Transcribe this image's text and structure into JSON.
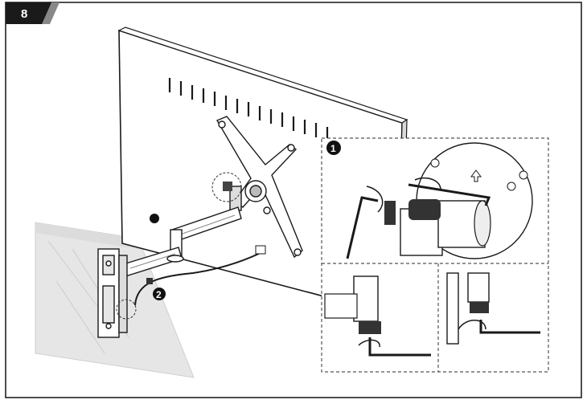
{
  "step": {
    "number": "8"
  },
  "callouts": [
    {
      "number": "1"
    },
    {
      "number": "2"
    }
  ],
  "colors": {
    "frame": "#222222",
    "badge": "#1a1a1a",
    "wall": "#e6e6e6",
    "detail_border": "#555555"
  },
  "icons": [
    "monitor-back",
    "vesa-bracket",
    "articulating-arm",
    "wall-plate",
    "hex-key",
    "tension-knob",
    "rotate-arrow",
    "up-arrow",
    "cable"
  ]
}
